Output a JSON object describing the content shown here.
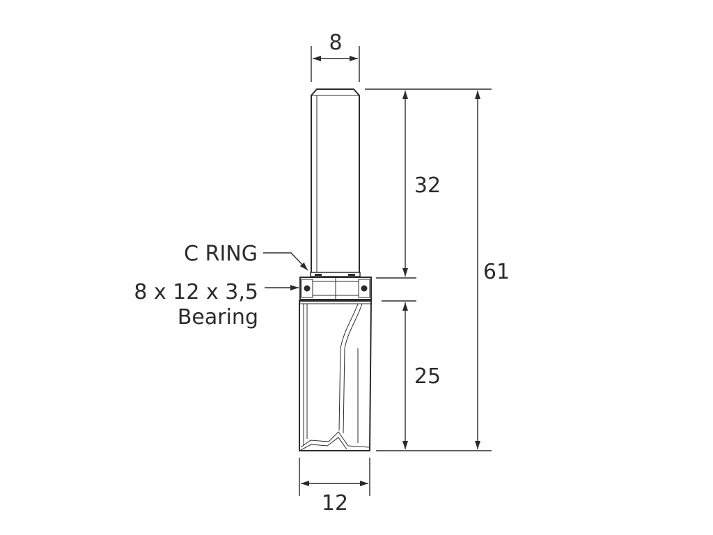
{
  "dimensions": {
    "shank_diameter": "8",
    "shank_length": "32",
    "overall_length": "61",
    "cutting_length": "25",
    "cutting_diameter": "12"
  },
  "callouts": {
    "c_ring": "C RING",
    "bearing_size": "8 x 12 x 3,5",
    "bearing": "Bearing"
  }
}
